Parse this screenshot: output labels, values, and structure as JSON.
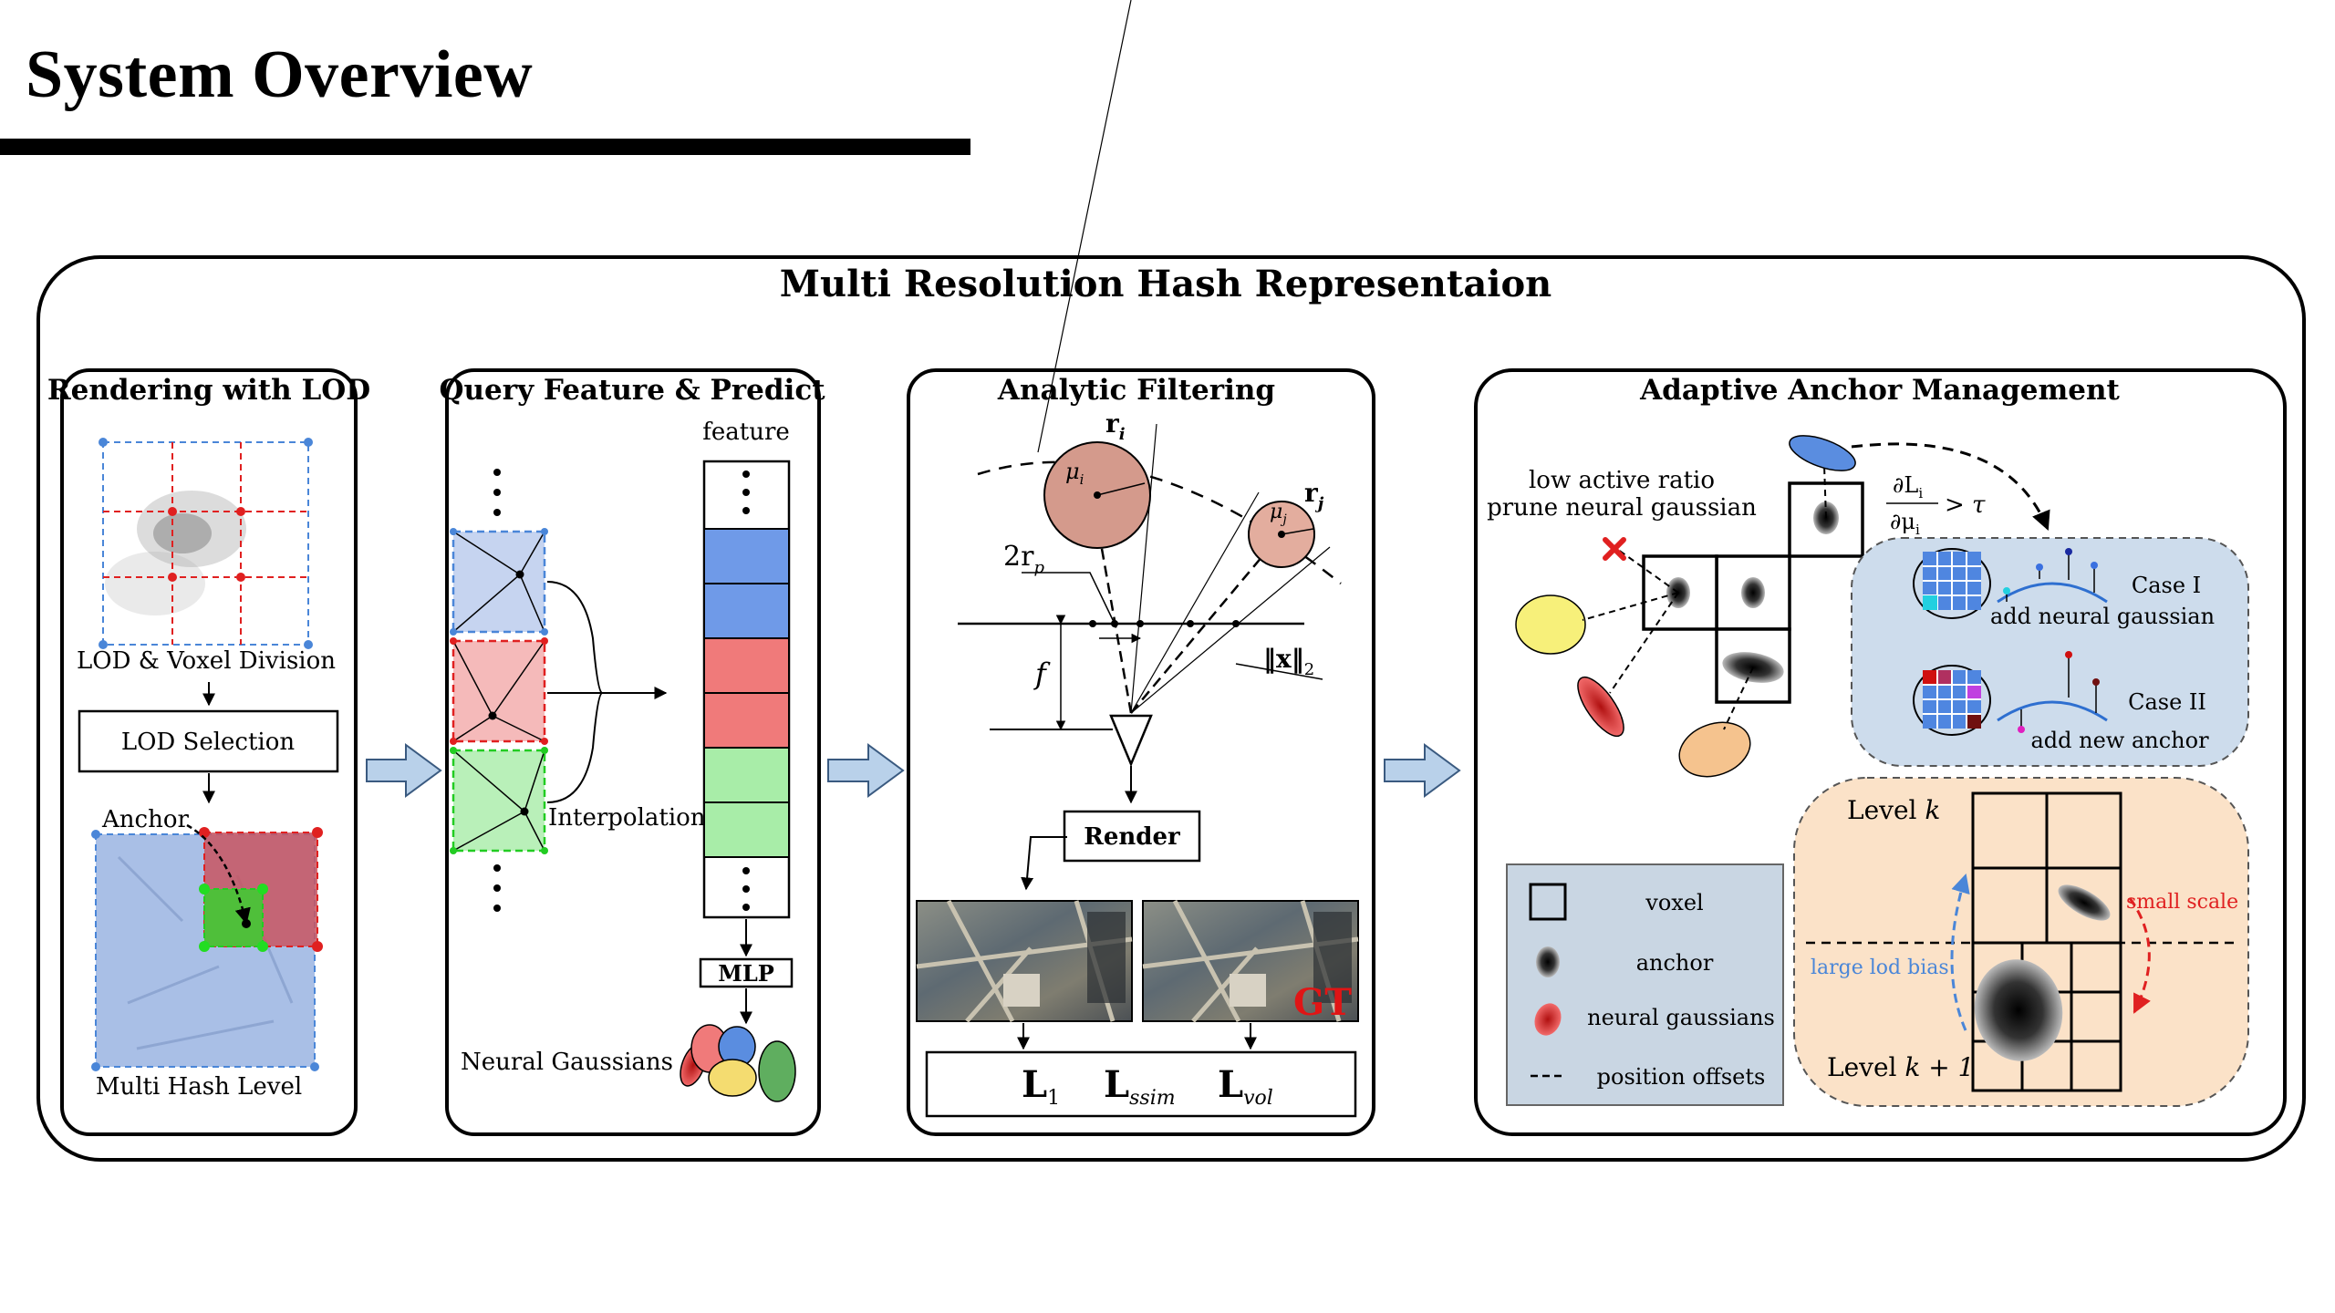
{
  "slide": {
    "title": "System Overview"
  },
  "figure": {
    "title": "Multi Resolution Hash Representaion",
    "panels": {
      "lod": {
        "heading": "Rendering with LOD",
        "division_label": "LOD & Voxel Division",
        "selection_box": "LOD Selection",
        "anchor_label": "Anchor",
        "hash_label": "Multi Hash Level"
      },
      "query": {
        "heading": "Query Feature & Predict",
        "feature_label": "feature",
        "interpolation_label": "Interpolation",
        "mlp_label": "MLP",
        "gaussians_label": "Neural Gaussians"
      },
      "filter": {
        "heading": "Analytic Filtering",
        "r_i": "r",
        "r_i_sub": "i",
        "r_j": "r",
        "r_j_sub": "j",
        "mu_i": "μ",
        "mu_i_sub": "i",
        "mu_j": "μ",
        "mu_j_sub": "j",
        "two_rp": "2r",
        "two_rp_sub": "p",
        "f_label": "f",
        "norm_label": "‖x‖",
        "norm_sub": "2",
        "render_box": "Render",
        "gt_label": "GT",
        "loss_1": "L",
        "loss_1_sub": "1",
        "loss_ssim": "L",
        "loss_ssim_sub": "ssim",
        "loss_vol": "L",
        "loss_vol_sub": "vol"
      },
      "anchor": {
        "heading": "Adaptive Anchor Management",
        "prune_line1": "low active ratio",
        "prune_line2": "prune neural gaussian",
        "grad_num": "∂L",
        "grad_num_sub": "i",
        "grad_den": "∂μ",
        "grad_den_sub": "i",
        "grad_cond": "> τ",
        "case1_title": "Case I",
        "case1_desc": "add neural gaussian",
        "case2_title": "Case II",
        "case2_desc": "add new anchor",
        "legend": [
          "voxel",
          "anchor",
          "neural gaussians",
          "position offsets"
        ],
        "level_k": "Level",
        "level_k_var": "k",
        "level_k1": "Level",
        "level_k1_var": "k + 1",
        "small_scale": "small scale",
        "large_lod_bias": "large lod bias"
      }
    }
  },
  "colors": {
    "blue_fill": "#6f9ae8",
    "red_fill": "#f07a7a",
    "green_fill": "#a8eda8",
    "case_panel": "#cddcec",
    "level_panel": "#fbe2c8",
    "legend_panel": "#c9d6e3",
    "arrow_fill": "#b9d1ea",
    "accent_red": "#e02020",
    "accent_blue": "#4a86d8"
  }
}
